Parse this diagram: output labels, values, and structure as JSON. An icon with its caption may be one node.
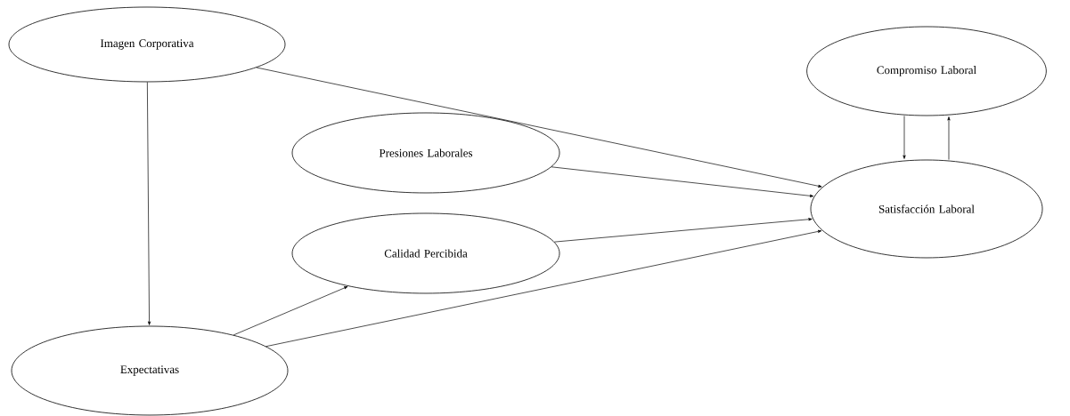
{
  "diagram": {
    "nodes": [
      {
        "text": [
          "Imagen Corporativa"
        ]
      },
      {
        "text": [
          "Compromiso Laboral"
        ]
      },
      {
        "text": [
          "Presiones Laborales"
        ]
      },
      {
        "text": [
          "Satisfacción Laboral"
        ]
      },
      {
        "text": [
          "Calidad Percibida"
        ]
      },
      {
        "text": [
          "Expectativas"
        ]
      }
    ],
    "edges": [
      {
        "from": 0,
        "to": 5,
        "arrow": "to"
      },
      {
        "from": 0,
        "to": 3,
        "arrow": "to"
      },
      {
        "from": 1,
        "to": 3,
        "arrow": "to"
      },
      {
        "from": 3,
        "to": 1,
        "arrow": "to"
      },
      {
        "from": 2,
        "to": 3,
        "arrow": "to"
      },
      {
        "from": 4,
        "to": 3,
        "arrow": "to"
      },
      {
        "from": 5,
        "to": 4,
        "arrow": "to"
      },
      {
        "from": 5,
        "to": 3,
        "arrow": "to"
      }
    ]
  }
}
